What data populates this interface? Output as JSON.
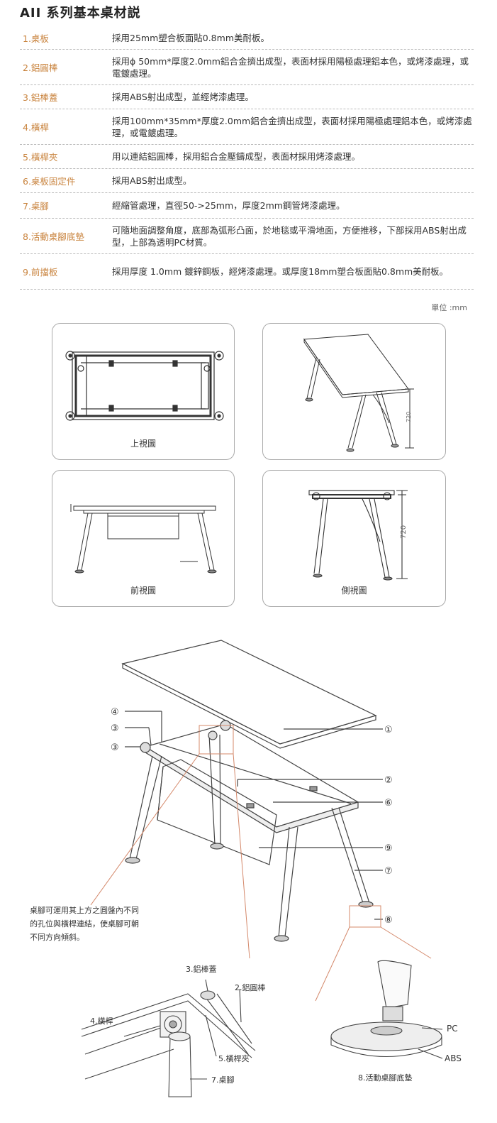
{
  "title": "AII 系列基本桌材説",
  "specs": [
    {
      "label": "1.桌板",
      "desc": "採用25mm塑合板面貼0.8mm美耐板。"
    },
    {
      "label": "2.鋁圓棒",
      "desc": "採用ϕ 50mm*厚度2.0mm鋁合金擠出成型，表面材採用陽極處理鋁本色，或烤漆處理，或電鍍處理。"
    },
    {
      "label": "3.鋁棒蓋",
      "desc": "採用ABS射出成型，並經烤漆處理。"
    },
    {
      "label": "4.橫桿",
      "desc": "採用100mm*35mm*厚度2.0mm鋁合金擠出成型，表面材採用陽極處理鋁本色，或烤漆處理，或電鍍處理。"
    },
    {
      "label": "5.橫桿夾",
      "desc": "用以連結鋁圓棒，採用鋁合金壓鑄成型，表面材採用烤漆處理。"
    },
    {
      "label": "6.桌板固定件",
      "desc": "採用ABS射出成型。"
    },
    {
      "label": "7.桌腳",
      "desc": "經縮管處理，直徑50->25mm，厚度2mm鋼管烤漆處理。"
    },
    {
      "label": "8.活動桌腳底墊",
      "desc": "可隨地面調整角度，底部為弧形凸面，於地毯或平滑地面，方便推移，下部採用ABS射出成型，上部為透明PC材質。"
    },
    {
      "label": "9.前擋板",
      "desc": "採用厚度 1.0mm 鍍鋅鋼板，經烤漆處理。或厚度18mm塑合板面貼0.8mm美耐板。"
    }
  ],
  "unit_note": "單位 :mm",
  "views": {
    "top": "上視圖",
    "perspective": "",
    "front": "前視圖",
    "side": "側視圖",
    "dim_720": "720"
  },
  "explode": {
    "markers": [
      "①",
      "②",
      "③",
      "③",
      "④",
      "⑥",
      "⑦",
      "⑧",
      "⑨"
    ],
    "callout": [
      "桌腳可運用其上方之圓盤內不同",
      "的孔位與橫桿連結，使桌腳可朝",
      "不同方向傾斜。"
    ],
    "detail": {
      "cap": "3.鋁棒蓋",
      "rod": "2.鋁圓棒",
      "bar": "4.橫桿",
      "clip": "5.橫桿夾",
      "leg": "7.桌腳",
      "pad": "8.活動桌腳底墊",
      "pc": "PC",
      "abs": "ABS"
    }
  },
  "colors": {
    "accent": "#c9843f",
    "line": "#444444",
    "leader": "#d4886a"
  }
}
